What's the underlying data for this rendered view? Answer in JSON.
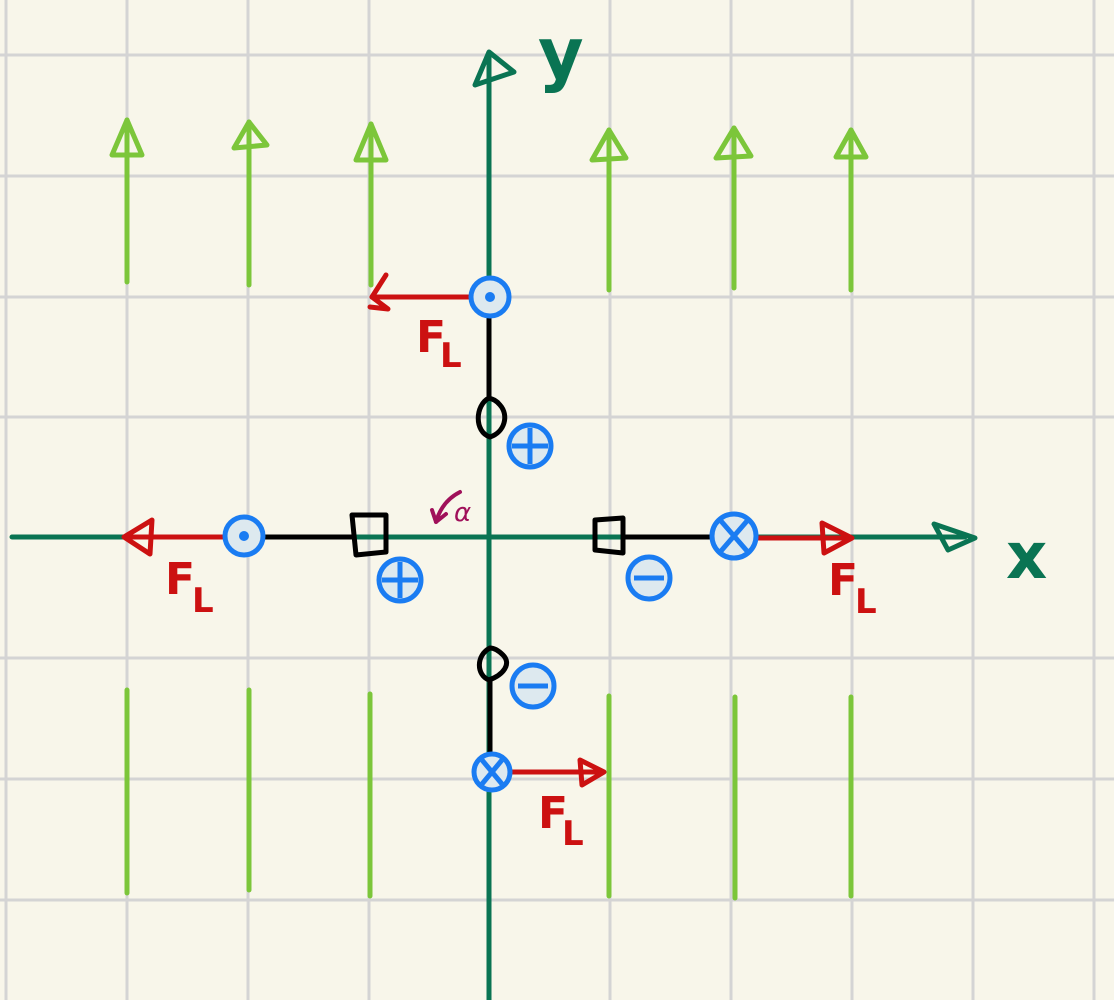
{
  "colors": {
    "background": "#f8f6ea",
    "grid": "#d4d4d4",
    "axis": "#0a7453",
    "field": "#7cc63a",
    "force": "#cc1111",
    "charge": "#1a7cf2",
    "charge_fill": "#dde9ef",
    "wire": "#000000",
    "angle": "#a0105a"
  },
  "axes": {
    "x_label": "x",
    "y_label": "y"
  },
  "angle_label": "α",
  "force_label": {
    "main": "F",
    "subscript": "L"
  },
  "charge_signs": {
    "positive": "+",
    "negative": "−"
  },
  "icons": {
    "out_of_page": "dot-in-circle",
    "into_page": "cross-in-circle"
  }
}
